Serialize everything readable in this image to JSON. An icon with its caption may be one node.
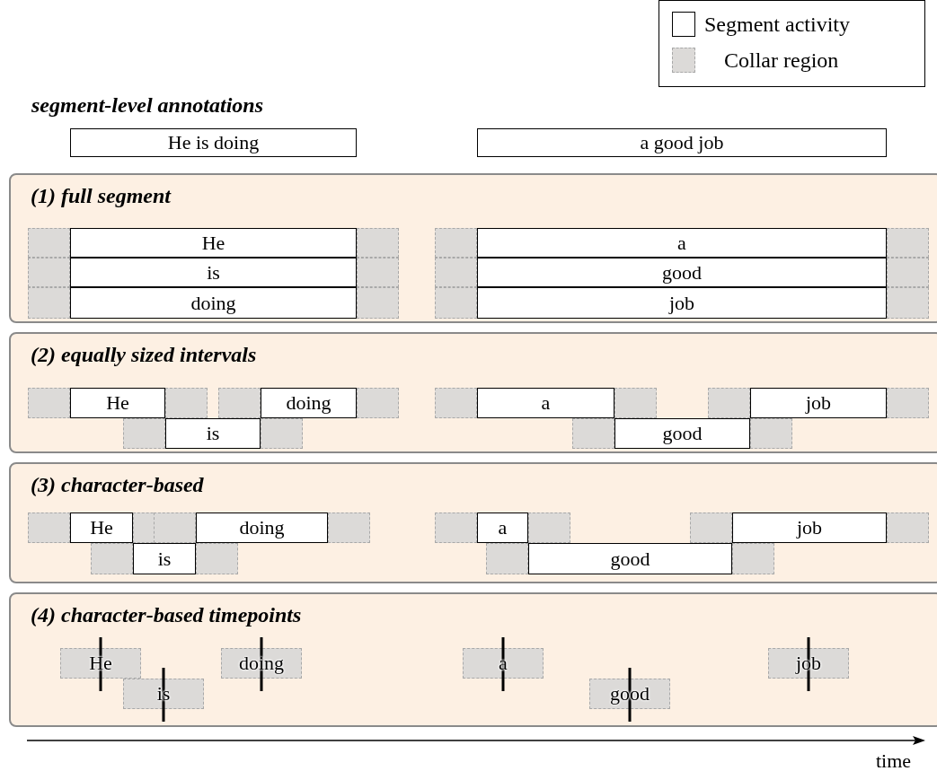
{
  "diagram": {
    "nodes": [
      {
        "text": [
          "He is doing"
        ]
      },
      {
        "text": [
          "a good job"
        ]
      },
      {
        "text": [
          "(1) full segment"
        ]
      },
      {
        "text": [
          "He"
        ],
        "in": 2
      },
      {
        "text": [
          "is"
        ],
        "in": 2
      },
      {
        "text": [
          "doing"
        ],
        "in": 2
      },
      {
        "text": [
          "a"
        ],
        "in": 2
      },
      {
        "text": [
          "good"
        ],
        "in": 2
      },
      {
        "text": [
          "job"
        ],
        "in": 2
      },
      {
        "text": [
          "(2) equally sized intervals"
        ]
      },
      {
        "text": [
          "He"
        ],
        "in": 9
      },
      {
        "text": [
          "is"
        ],
        "in": 9
      },
      {
        "text": [
          "doing"
        ],
        "in": 9
      },
      {
        "text": [
          "a"
        ],
        "in": 9
      },
      {
        "text": [
          "good"
        ],
        "in": 9
      },
      {
        "text": [
          "job"
        ],
        "in": 9
      },
      {
        "text": [
          "(3) character-based"
        ]
      },
      {
        "text": [
          "He"
        ],
        "in": 16
      },
      {
        "text": [
          "is"
        ],
        "in": 16
      },
      {
        "text": [
          "doing"
        ],
        "in": 16
      },
      {
        "text": [
          "a"
        ],
        "in": 16
      },
      {
        "text": [
          "good"
        ],
        "in": 16
      },
      {
        "text": [
          "job"
        ],
        "in": 16
      },
      {
        "text": [
          "(4) character-based timepoints"
        ]
      },
      {
        "text": [
          "He"
        ],
        "in": 23
      },
      {
        "text": [
          "is"
        ],
        "in": 23
      },
      {
        "text": [
          "doing"
        ],
        "in": 23
      },
      {
        "text": [
          "a"
        ],
        "in": 23
      },
      {
        "text": [
          "good"
        ],
        "in": 23
      },
      {
        "text": [
          "job"
        ],
        "in": 23
      }
    ],
    "edges": [],
    "labels": [
      "segment-level annotations",
      "time"
    ],
    "legend": [
      {
        "text": "Segment activity",
        "color": "#ffffff"
      },
      {
        "text": "Collar region",
        "color": "#dcdad8"
      }
    ]
  }
}
